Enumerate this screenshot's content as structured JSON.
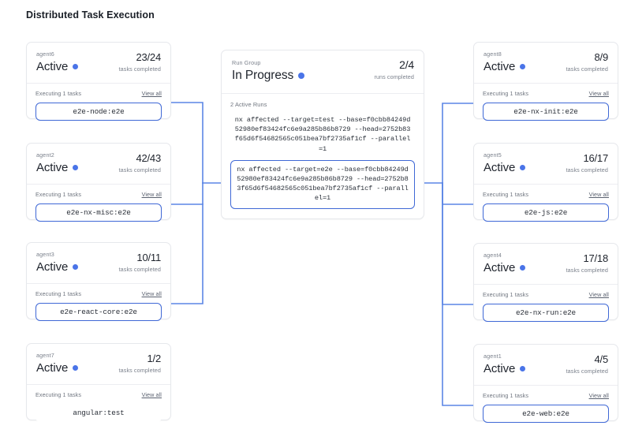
{
  "page": {
    "title": "Distributed Task Execution",
    "accent_blue": "#3f68d6",
    "status_dot_color": "#4a74e8",
    "wire_color": "#5b86e5"
  },
  "labels": {
    "executing": "Executing 1 tasks",
    "view_all": "View all",
    "tasks_completed": "tasks completed",
    "runs_completed": "runs completed"
  },
  "run_group": {
    "kicker": "Run Group",
    "status": "In Progress",
    "count": "2/4",
    "count_label": "runs completed",
    "active_runs_label": "2 Active Runs",
    "commands": [
      {
        "text": "nx affected --target=test --base=f0cbb84249d52980ef83424fc6e9a285b86b8729 --head=2752b83f65d6f54682565c051bea7bf2735af1cf --parallel=1",
        "highlighted": false
      },
      {
        "text": "nx affected --target=e2e --base=f0cbb84249d52980ef83424fc6e9a285b86b8729 --head=2752b83f65d6f54682565c051bea7bf2735af1cf --parallel=1",
        "highlighted": true
      }
    ]
  },
  "left_agents": [
    {
      "name": "agent6",
      "status": "Active",
      "count": "23/24",
      "count_label": "tasks completed",
      "executing": "Executing 1 tasks",
      "view_all": "View all",
      "task": "e2e-node:e2e",
      "connected": true
    },
    {
      "name": "agent2",
      "status": "Active",
      "count": "42/43",
      "count_label": "tasks completed",
      "executing": "Executing 1 tasks",
      "view_all": "View all",
      "task": "e2e-nx-misc:e2e",
      "connected": true
    },
    {
      "name": "agent3",
      "status": "Active",
      "count": "10/11",
      "count_label": "tasks completed",
      "executing": "Executing 1 tasks",
      "view_all": "View all",
      "task": "e2e-react-core:e2e",
      "connected": true
    },
    {
      "name": "agent7",
      "status": "Active",
      "count": "1/2",
      "count_label": "tasks completed",
      "executing": "Executing 1 tasks",
      "view_all": "View all",
      "task": "angular:test",
      "connected": false
    }
  ],
  "right_agents": [
    {
      "name": "agent8",
      "status": "Active",
      "count": "8/9",
      "count_label": "tasks completed",
      "executing": "Executing 1 tasks",
      "view_all": "View all",
      "task": "e2e-nx-init:e2e",
      "connected": true
    },
    {
      "name": "agent5",
      "status": "Active",
      "count": "16/17",
      "count_label": "tasks completed",
      "executing": "Executing 1 tasks",
      "view_all": "View all",
      "task": "e2e-js:e2e",
      "connected": true
    },
    {
      "name": "agent4",
      "status": "Active",
      "count": "17/18",
      "count_label": "tasks completed",
      "executing": "Executing 1 tasks",
      "view_all": "View all",
      "task": "e2e-nx-run:e2e",
      "connected": true
    },
    {
      "name": "agent1",
      "status": "Active",
      "count": "4/5",
      "count_label": "tasks completed",
      "executing": "Executing 1 tasks",
      "view_all": "View all",
      "task": "e2e-web:e2e",
      "connected": true
    }
  ]
}
